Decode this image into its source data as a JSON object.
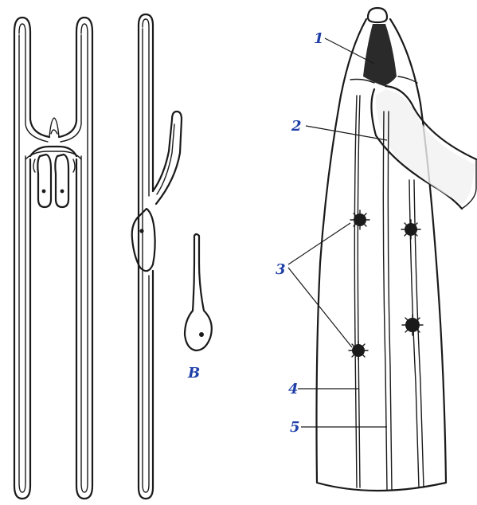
{
  "figure": {
    "panel_label_b": "B",
    "callouts": [
      "1",
      "2",
      "3",
      "4",
      "5"
    ]
  },
  "colors": {
    "ink": "#1a1a1a",
    "label": "#1f3fa8",
    "background": "#ffffff"
  }
}
